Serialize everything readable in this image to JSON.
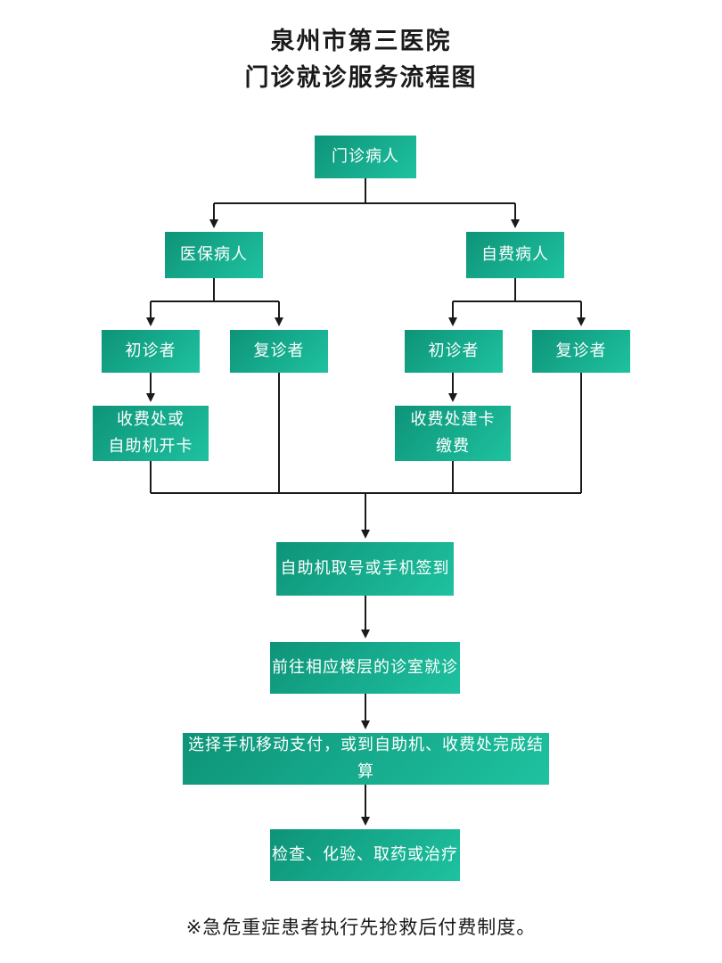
{
  "title": {
    "line1": "泉州市第三医院",
    "line2": "门诊就诊服务流程图"
  },
  "flowchart": {
    "outpatient": {
      "label": "门诊病人"
    },
    "insured": {
      "label": "医保病人"
    },
    "self_pay": {
      "label": "自费病人"
    },
    "insured_first": {
      "label": "初诊者"
    },
    "insured_return": {
      "label": "复诊者"
    },
    "self_first": {
      "label": "初诊者"
    },
    "self_return": {
      "label": "复诊者"
    },
    "insured_card": {
      "line1": "收费处或",
      "line2": "自助机开卡"
    },
    "self_card": {
      "line1": "收费处建卡",
      "line2": "缴费"
    },
    "take_number": {
      "label": "自助机取号或手机签到"
    },
    "go_clinic": {
      "label": "前往相应楼层的诊室就诊"
    },
    "settlement": {
      "label": "选择手机移动支付，或到自助机、收费处完成结算"
    },
    "treatment": {
      "label": "检查、化验、取药或治疗"
    }
  },
  "footnote": "※急危重症患者执行先抢救后付费制度。",
  "colors": {
    "page_bg": "#ffffff",
    "node_gradient_start": "#0e9378",
    "node_gradient_end": "#1ec2a0",
    "node_text": "#ffffff",
    "connector": "#1a1a1a",
    "title_text": "#1a1a1a"
  }
}
